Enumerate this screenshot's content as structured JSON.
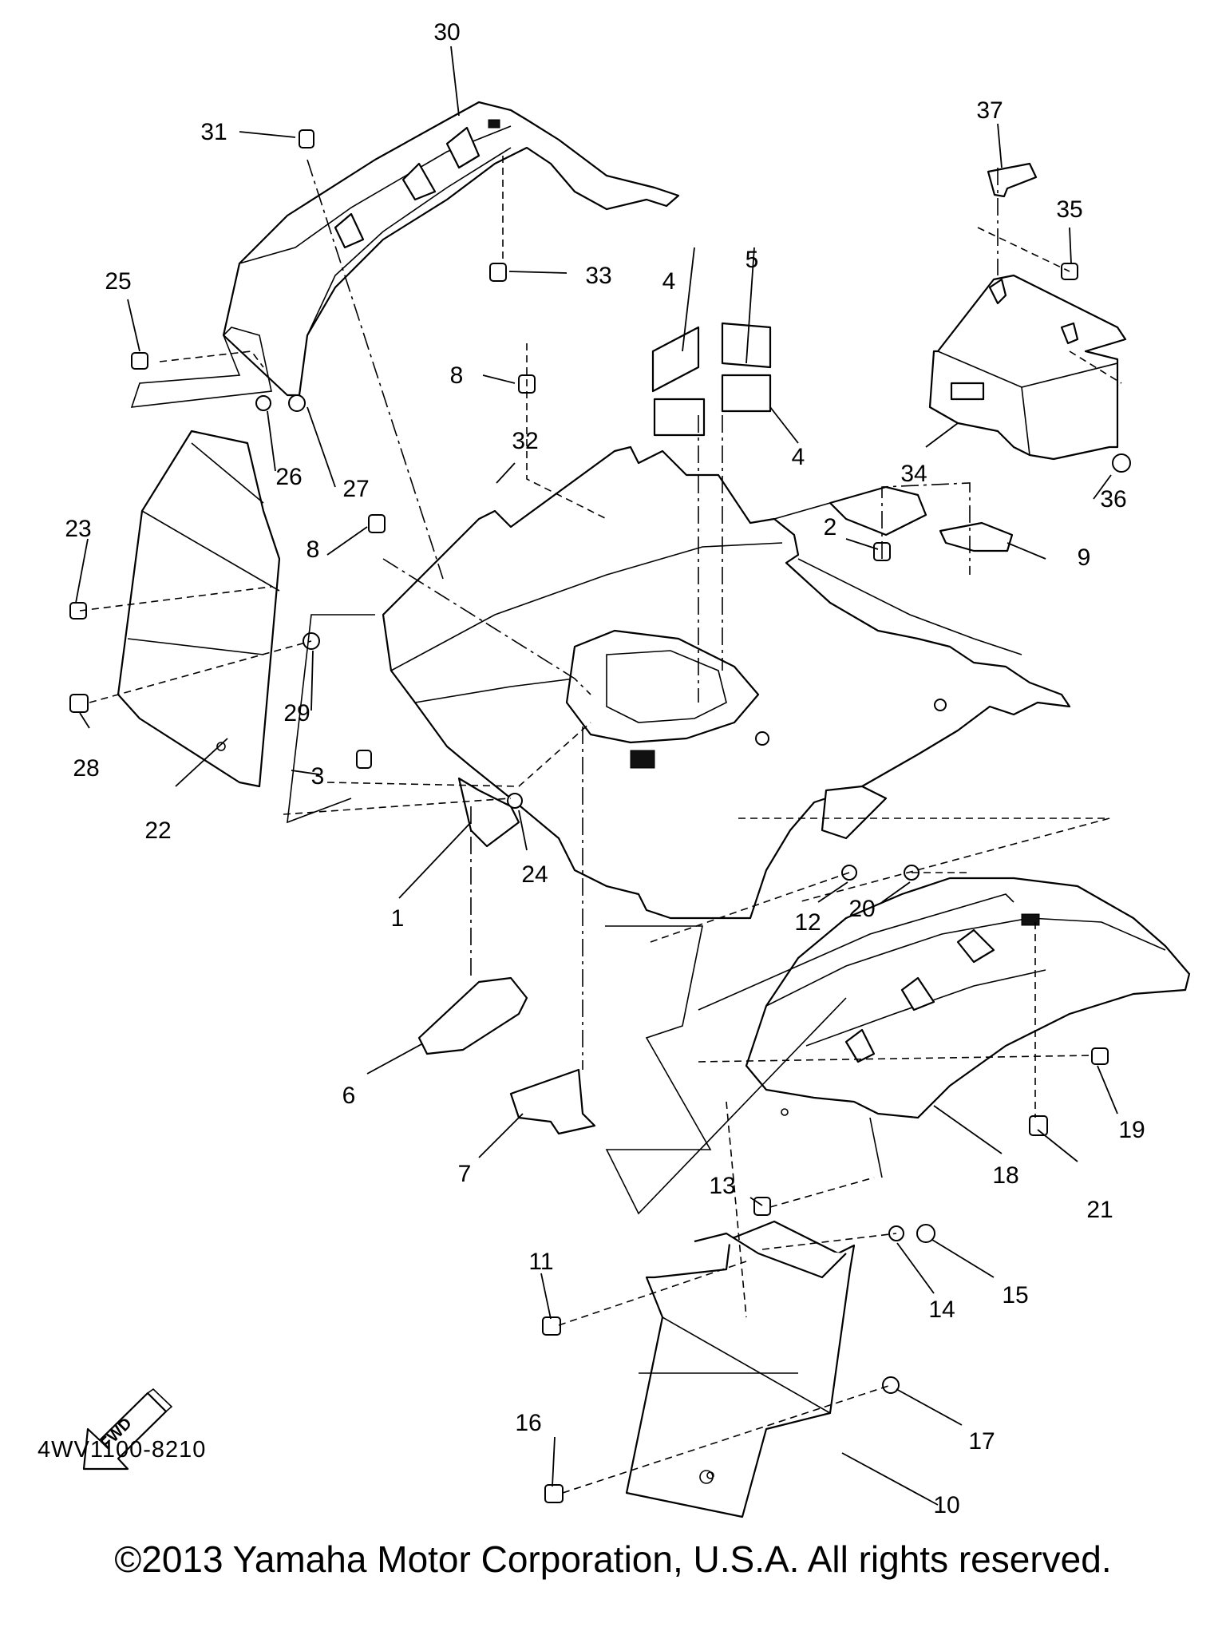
{
  "diagram": {
    "code": "4WV1100-8210",
    "fwd_label": "FWD",
    "copyright": "©2013 Yamaha Motor Corporation, U.S.A. All rights reserved.",
    "callouts": {
      "c1": "1",
      "c2": "2",
      "c3": "3",
      "c4a": "4",
      "c4b": "4",
      "c5": "5",
      "c6": "6",
      "c7": "7",
      "c8a": "8",
      "c8b": "8",
      "c9": "9",
      "c10": "10",
      "c11": "11",
      "c12": "12",
      "c13": "13",
      "c14": "14",
      "c15": "15",
      "c16": "16",
      "c17": "17",
      "c18": "18",
      "c19": "19",
      "c20": "20",
      "c21": "21",
      "c22": "22",
      "c23": "23",
      "c24": "24",
      "c25": "25",
      "c26": "26",
      "c27": "27",
      "c28": "28",
      "c29": "29",
      "c30": "30",
      "c31": "31",
      "c32": "32",
      "c33": "33",
      "c34": "34",
      "c35": "35",
      "c36": "36",
      "c37": "37"
    }
  }
}
